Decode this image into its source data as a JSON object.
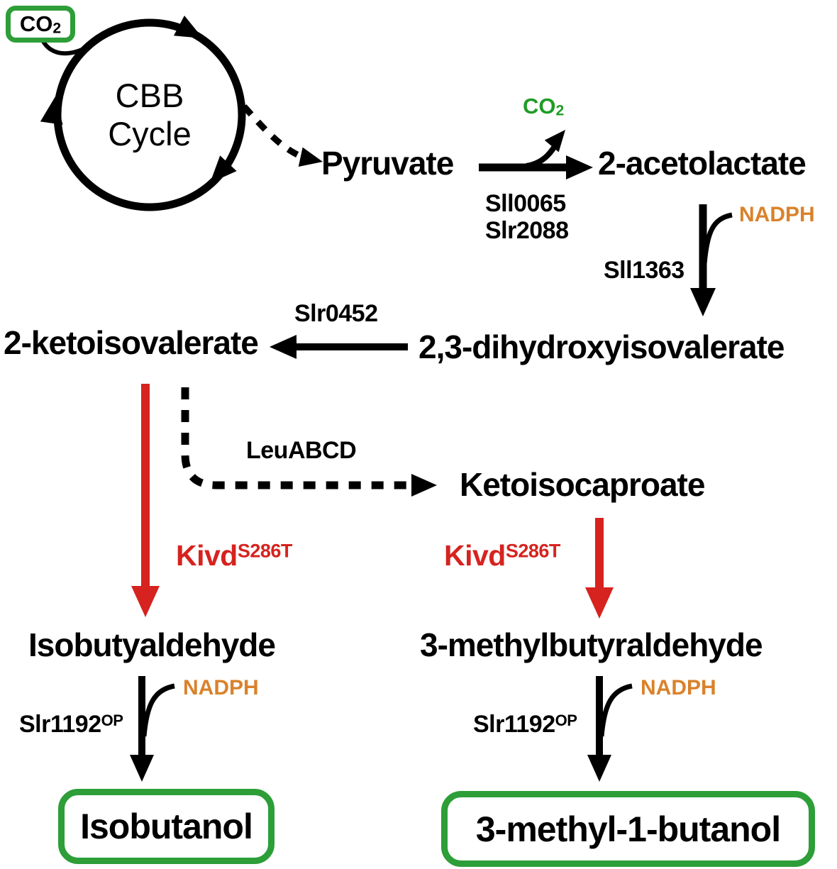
{
  "colors": {
    "green": "#2d9e38",
    "green_text": "#1f9c26",
    "orange": "#d9822b",
    "red": "#d6231f",
    "black": "#000000"
  },
  "cbb": {
    "co2_base": "CO",
    "co2_sub": "2",
    "cycle_line1": "CBB",
    "cycle_line2": "Cycle"
  },
  "metabolites": {
    "pyruvate": "Pyruvate",
    "acetolactate": "2-acetolactate",
    "ketoisovalerate": "2-ketoisovalerate",
    "dihydroxyisovalerate": "2,3-dihydroxyisovalerate",
    "ketoisocaproate": "Ketoisocaproate",
    "isobutyaldehyde": "Isobutyaldehyde",
    "methylbutyraldehyde": "3-methylbutyraldehyde",
    "isobutanol": "Isobutanol",
    "methylbutanol": "3-methyl-1-butanol"
  },
  "enzymes": {
    "sll0065": "Sll0065",
    "slr2088": "Slr2088",
    "sll1363": "Sll1363",
    "slr0452": "Slr0452",
    "leuabcd": "LeuABCD",
    "kivd_base": "Kivd",
    "kivd_sup": "S286T",
    "slr1192_base": "Slr1192",
    "slr1192_sup": "OP"
  },
  "cofactors": {
    "nadph": "NADPH",
    "co2_base": "CO",
    "co2_sub": "2"
  }
}
